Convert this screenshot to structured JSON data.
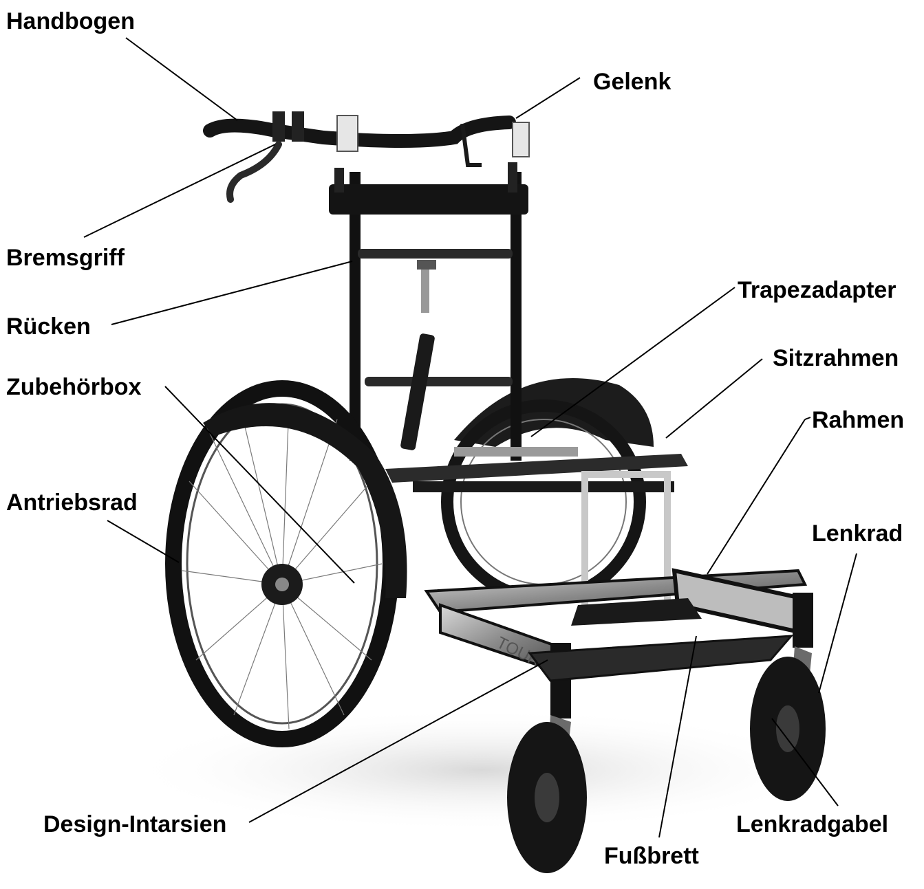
{
  "labels": {
    "handbogen": "Handbogen",
    "gelenk": "Gelenk",
    "bremsgriff": "Bremsgriff",
    "ruecken": "Rücken",
    "trapezadapter": "Trapezadapter",
    "sitzrahmen": "Sitzrahmen",
    "zubehoerbox": "Zubehörbox",
    "rahmen": "Rahmen",
    "antriebsrad": "Antriebsrad",
    "lenkrad": "Lenkrad",
    "design_intarsien": "Design-Intarsien",
    "lenkradgabel": "Lenkradgabel",
    "fussbrett": "Fußbrett"
  },
  "product": {
    "frame_lettering": "TOURER"
  },
  "colors": {
    "frame_dark": "#1a1a1a",
    "frame_mid": "#3a3a3a",
    "metal": "#b8b8b8",
    "tire": "#111111"
  }
}
